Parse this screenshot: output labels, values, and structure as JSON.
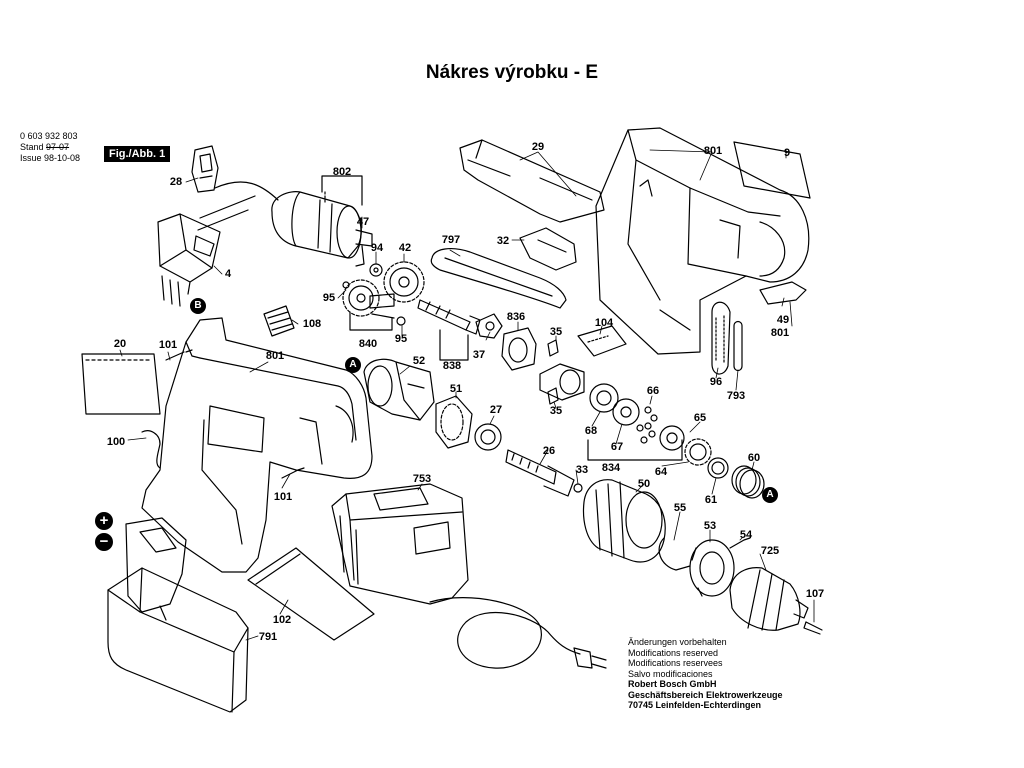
{
  "title": "Nákres výrobku - E",
  "header": {
    "part_number": "0 603 932 803",
    "stand_label": "Stand",
    "stand_value": "97-07",
    "issue_label": "Issue",
    "issue_value": "98-10-08",
    "fig_label": "Fig./Abb. 1"
  },
  "footer": {
    "lines": [
      "Änderungen vorbehalten",
      "Modifications reserved",
      "Modifications reservees",
      "Salvo modificaciones"
    ],
    "company": [
      "Robert Bosch GmbH",
      "Geschäftsbereich Elektrowerkzeuge",
      "70745 Leinfelden-Echterdingen"
    ]
  },
  "markers": {
    "a": "A",
    "b": "B",
    "plus": "+",
    "minus": "−"
  },
  "labels": {
    "l28": "28",
    "l4": "4",
    "l802": "802",
    "l47": "47",
    "l94": "94",
    "l42": "42",
    "l95a": "95",
    "l95b": "95",
    "l840": "840",
    "l797": "797",
    "l32": "32",
    "l29": "29",
    "l801a": "801",
    "l9": "9",
    "l108": "108",
    "l20": "20",
    "l101a": "101",
    "l801b": "801",
    "l100": "100",
    "l101b": "101",
    "l52": "52",
    "l838": "838",
    "l37": "37",
    "l836": "836",
    "l35a": "35",
    "l104": "104",
    "l49": "49",
    "l801c": "801",
    "l96": "96",
    "l793": "793",
    "l51": "51",
    "l27": "27",
    "l35b": "35",
    "l66": "66",
    "l68": "68",
    "l67": "67",
    "l65": "65",
    "l26": "26",
    "l33": "33",
    "l834": "834",
    "l64": "64",
    "l60": "60",
    "l61": "61",
    "l50": "50",
    "l753": "753",
    "l55": "55",
    "l53": "53",
    "l54": "54",
    "l725": "725",
    "l107": "107",
    "l102": "102",
    "l791": "791"
  }
}
